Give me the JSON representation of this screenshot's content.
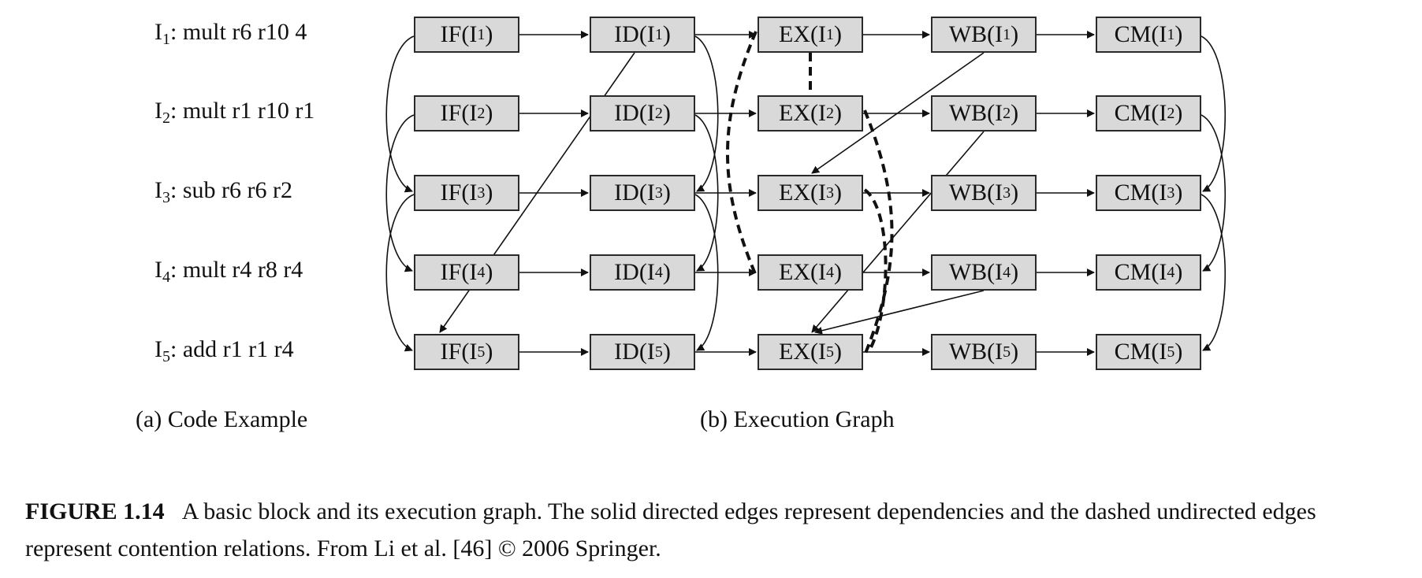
{
  "code": [
    {
      "label": "I",
      "sub": "1",
      "text": ": mult r6 r10 4"
    },
    {
      "label": "I",
      "sub": "2",
      "text": ": mult r1 r10 r1"
    },
    {
      "label": "I",
      "sub": "3",
      "text": ": sub r6 r6 r2"
    },
    {
      "label": "I",
      "sub": "4",
      "text": ": mult r4 r8 r4"
    },
    {
      "label": "I",
      "sub": "5",
      "text": ": add r1 r1 r4"
    }
  ],
  "stages": [
    "IF",
    "ID",
    "EX",
    "WB",
    "CM"
  ],
  "instruction_subscripts": [
    "1",
    "2",
    "3",
    "4",
    "5"
  ],
  "subcaptions": {
    "a": "(a) Code Example",
    "b": "(b) Execution Graph"
  },
  "caption": {
    "label": "FIGURE 1.14",
    "text": "A basic block and its execution graph. The solid directed edges represent dependencies and the dashed undirected edges represent contention relations. From Li et al. [46] © 2006 Springer."
  },
  "colors": {
    "node_fill": "#d9d9d9",
    "node_border": "#2a2a2a",
    "edge": "#111111"
  }
}
